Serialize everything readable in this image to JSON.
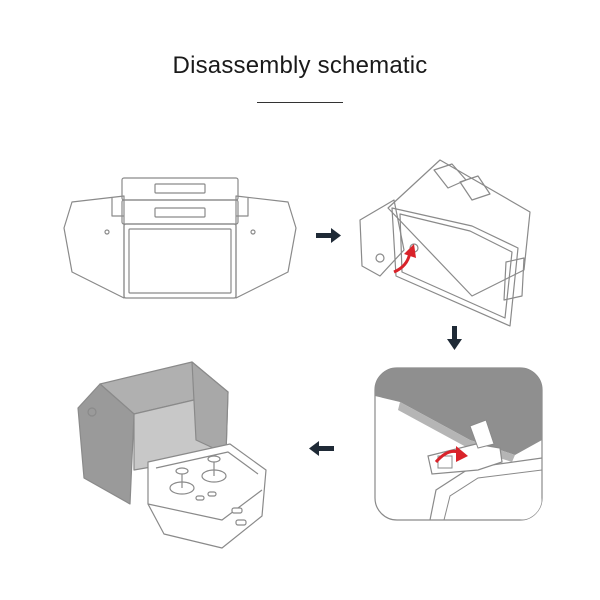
{
  "header": {
    "title": "Disassembly schematic"
  },
  "colors": {
    "line": "#8a8a8a",
    "shade_dark": "#9a9a9a",
    "shade_mid": "#b0b0b0",
    "shade_light": "#c8c8c8",
    "arrow": "#1f2a36",
    "accent": "#d9232a",
    "panel_bg": "#ffffff"
  },
  "steps": [
    {
      "id": 1,
      "depicts": "unfolded-sunhood"
    },
    {
      "id": 2,
      "depicts": "folding-sunhood"
    },
    {
      "id": 3,
      "depicts": "clip-release-closeup"
    },
    {
      "id": 4,
      "depicts": "sunhood-on-controller"
    }
  ],
  "flow_arrows": [
    {
      "from": 1,
      "to": 2,
      "direction": "right"
    },
    {
      "from": 2,
      "to": 3,
      "direction": "down"
    },
    {
      "from": 3,
      "to": 4,
      "direction": "left"
    }
  ]
}
